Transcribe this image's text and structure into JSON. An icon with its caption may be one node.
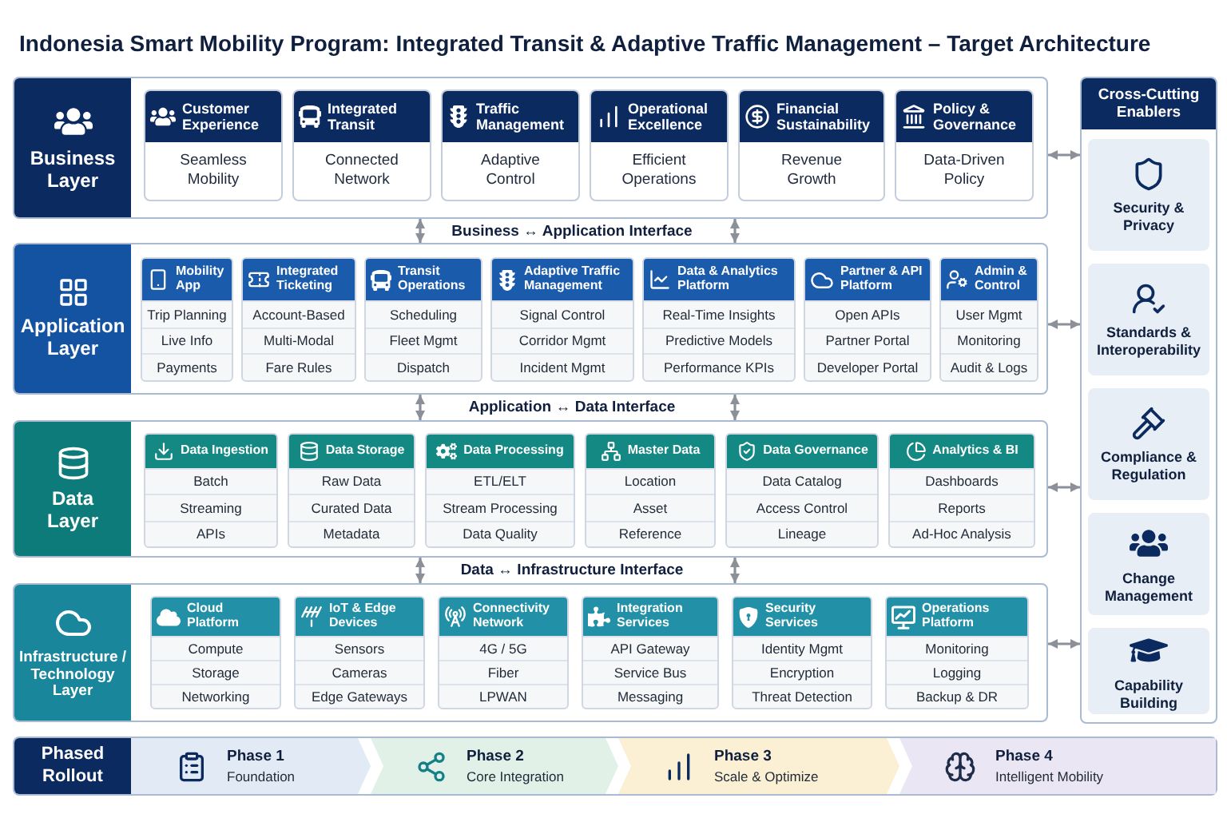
{
  "diagram": {
    "title": "Indonesia Smart Mobility Program: Integrated Transit & Adaptive Traffic Management – Target Architecture",
    "nodes": [
      {
        "text": [
          "Business Layer"
        ]
      },
      {
        "text": [
          "Customer Experience",
          "Seamless Mobility"
        ],
        "in": 0
      },
      {
        "text": [
          "Integrated Transit",
          "Connected Network"
        ],
        "in": 0
      },
      {
        "text": [
          "Traffic Management",
          "Adaptive Control"
        ],
        "in": 0
      },
      {
        "text": [
          "Operational Excellence",
          "Efficient Operations"
        ],
        "in": 0
      },
      {
        "text": [
          "Financial Sustainability",
          "Revenue Growth"
        ],
        "in": 0
      },
      {
        "text": [
          "Policy & Governance",
          "Data-Driven Policy"
        ],
        "in": 0
      },
      {
        "text": [
          "Application Layer"
        ]
      },
      {
        "text": [
          "Mobility App",
          "Trip Planning",
          "Live Info",
          "Payments"
        ],
        "in": 7
      },
      {
        "text": [
          "Integrated Ticketing",
          "Account-Based",
          "Multi-Modal",
          "Fare Rules"
        ],
        "in": 7
      },
      {
        "text": [
          "Transit Operations",
          "Scheduling",
          "Fleet Mgmt",
          "Dispatch"
        ],
        "in": 7
      },
      {
        "text": [
          "Adaptive Traffic Management",
          "Signal Control",
          "Corridor Mgmt",
          "Incident Mgmt"
        ],
        "in": 7
      },
      {
        "text": [
          "Data & Analytics Platform",
          "Real-Time Insights",
          "Predictive Models",
          "Performance KPIs"
        ],
        "in": 7
      },
      {
        "text": [
          "Partner & API Platform",
          "Open APIs",
          "Partner Portal",
          "Developer Portal"
        ],
        "in": 7
      },
      {
        "text": [
          "Admin & Control",
          "User Mgmt",
          "Monitoring",
          "Audit & Logs"
        ],
        "in": 7
      },
      {
        "text": [
          "Data Layer"
        ]
      },
      {
        "text": [
          "Data Ingestion",
          "Batch",
          "Streaming",
          "APIs"
        ],
        "in": 15
      },
      {
        "text": [
          "Data Storage",
          "Raw Data",
          "Curated Data",
          "Metadata"
        ],
        "in": 15
      },
      {
        "text": [
          "Data Processing",
          "ETL/ELT",
          "Stream Processing",
          "Data Quality"
        ],
        "in": 15
      },
      {
        "text": [
          "Master Data",
          "Location",
          "Asset",
          "Reference"
        ],
        "in": 15
      },
      {
        "text": [
          "Data Governance",
          "Data Catalog",
          "Access Control",
          "Lineage"
        ],
        "in": 15
      },
      {
        "text": [
          "Analytics & BI",
          "Dashboards",
          "Reports",
          "Ad-Hoc Analysis"
        ],
        "in": 15
      },
      {
        "text": [
          "Infrastructure / Technology Layer"
        ]
      },
      {
        "text": [
          "Cloud Platform",
          "Compute",
          "Storage",
          "Networking"
        ],
        "in": 22
      },
      {
        "text": [
          "IoT & Edge Devices",
          "Sensors",
          "Cameras",
          "Edge Gateways"
        ],
        "in": 22
      },
      {
        "text": [
          "Connectivity Network",
          "4G / 5G",
          "Fiber",
          "LPWAN"
        ],
        "in": 22
      },
      {
        "text": [
          "Integration Services",
          "API Gateway",
          "Service Bus",
          "Messaging"
        ],
        "in": 22
      },
      {
        "text": [
          "Security Services",
          "Identity Mgmt",
          "Encryption",
          "Threat Detection"
        ],
        "in": 22
      },
      {
        "text": [
          "Operations Platform",
          "Monitoring",
          "Logging",
          "Backup & DR"
        ],
        "in": 22
      },
      {
        "text": [
          "Cross-Cutting Enablers"
        ]
      },
      {
        "text": [
          "Security & Privacy"
        ],
        "in": 29
      },
      {
        "text": [
          "Standards & Interoperability"
        ],
        "in": 29
      },
      {
        "text": [
          "Compliance & Regulation"
        ],
        "in": 29
      },
      {
        "text": [
          "Change Management"
        ],
        "in": 29
      },
      {
        "text": [
          "Capability Building"
        ],
        "in": 29
      },
      {
        "text": [
          "Phased Rollout"
        ]
      },
      {
        "text": [
          "Phase 1",
          "Foundation"
        ],
        "in": 35
      },
      {
        "text": [
          "Phase 2",
          "Core Integration"
        ],
        "in": 35
      },
      {
        "text": [
          "Phase 3",
          "Scale & Optimize"
        ],
        "in": 35
      },
      {
        "text": [
          "Phase 4",
          "Intelligent Mobility"
        ],
        "in": 35
      }
    ],
    "edges": [
      {
        "from": 0,
        "to": 7,
        "arrow": "both"
      },
      {
        "from": 0,
        "to": 7,
        "arrow": "both"
      },
      {
        "from": 7,
        "to": 15,
        "arrow": "both"
      },
      {
        "from": 7,
        "to": 15,
        "arrow": "both"
      },
      {
        "from": 15,
        "to": 22,
        "arrow": "both"
      },
      {
        "from": 15,
        "to": 22,
        "arrow": "both"
      },
      {
        "from": 0,
        "to": 29,
        "arrow": "both"
      },
      {
        "from": 7,
        "to": 29,
        "arrow": "both"
      },
      {
        "from": 15,
        "to": 29,
        "arrow": "both"
      },
      {
        "from": 22,
        "to": 29,
        "arrow": "both"
      }
    ],
    "labels": [
      "Business ↔ Application Interface",
      "Application ↔ Data Interface",
      "Data ↔ Infrastructure Interface"
    ]
  }
}
